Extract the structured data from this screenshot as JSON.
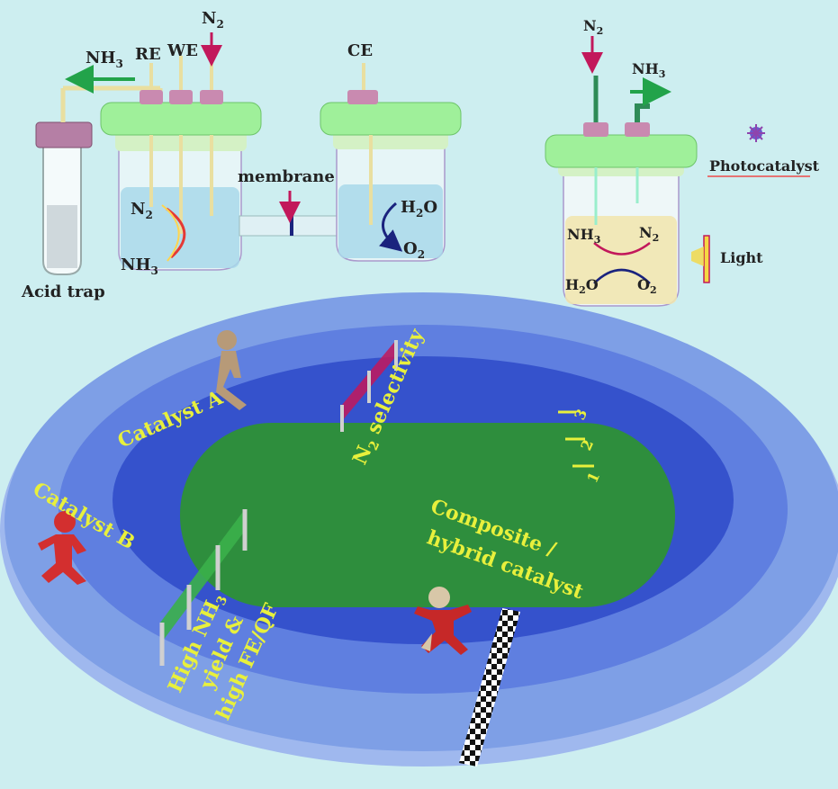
{
  "labels": {
    "nh3_out": "NH",
    "nh3_out_sub": "3",
    "re": "RE",
    "we": "WE",
    "n2_in": "N",
    "n2_in_sub": "2",
    "ce": "CE",
    "membrane": "membrane",
    "n2_cell": "N",
    "n2_cell_sub": "2",
    "nh3_cell": "NH",
    "nh3_cell_sub": "3",
    "h2o_cell": "H",
    "h2o_cell_sub": "2",
    "h2o_cell_tail": "O",
    "o2_cell": "O",
    "o2_cell_sub": "2",
    "acid_trap": "Acid trap",
    "photo_n2_in": "N",
    "photo_n2_in_sub": "2",
    "photo_nh3_out": "NH",
    "photo_nh3_out_sub": "3",
    "photocatalyst": "Photocatalyst",
    "photo_nh3": "NH",
    "photo_nh3_sub": "3",
    "photo_n2": "N",
    "photo_n2_sub": "2",
    "photo_h2o": "H",
    "photo_h2o_sub": "2",
    "photo_h2o_tail": "O",
    "photo_o2": "O",
    "photo_o2_sub": "2",
    "light": "Light",
    "catalyst_a": "Catalyst A",
    "catalyst_b": "Catalyst B",
    "n2_selectivity_n": "N",
    "n2_selectivity_sub": "2",
    "n2_selectivity_tail": " selectivity",
    "composite_line1": "Composite /",
    "composite_line2": "hybrid catalyst",
    "yield_line1": "High NH",
    "yield_line1_sub": "3",
    "yield_line2": "yield &",
    "yield_line3": "high FE/QF",
    "lane1": "1",
    "lane2": "2",
    "lane3": "3"
  },
  "colors": {
    "background": "#cdeef0",
    "track_outer": "#7e9fe6",
    "track_middle": "#5f7fe0",
    "track_inner": "#3552cc",
    "field": "#2e8e3d",
    "label_yellow": "#e8f03c",
    "arrow_red": "#c2185b",
    "arrow_green": "#22a34a",
    "lid_green": "#9ff09a",
    "cap_pink": "#c98ab0"
  }
}
